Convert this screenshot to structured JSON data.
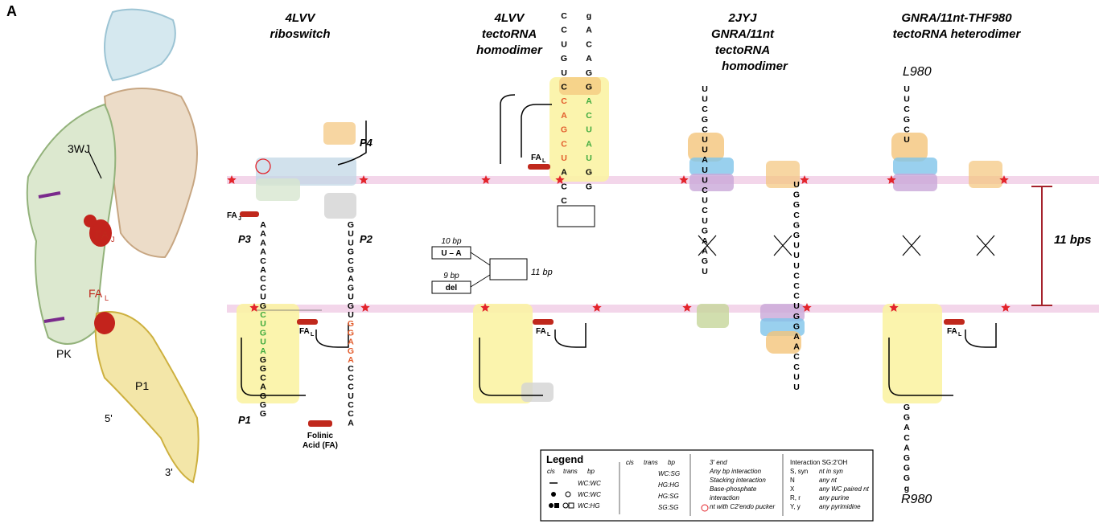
{
  "panel_label": "A",
  "structure3d": {
    "labels": {
      "wj": "3WJ",
      "faj": "FA",
      "faj_sub": "J",
      "fal": "FA",
      "fal_sub": "L",
      "pk": "PK",
      "p1": "P1",
      "five": "5'",
      "three": "3'"
    }
  },
  "diagrams": [
    {
      "title_line1": "4LVV",
      "title_line2": "riboswitch",
      "title_line3": "",
      "title_line4": ""
    },
    {
      "title_line1": "4LVV",
      "title_line2": "tectoRNA",
      "title_line3": "homodimer",
      "title_line4": ""
    },
    {
      "title_line1": "2JYJ",
      "title_line2": "GNRA/11nt",
      "title_line3": "tectoRNA",
      "title_line4": "homodimer"
    },
    {
      "title_line1": "GNRA/11nt-THF980",
      "title_line2": "tectoRNA heterodimer",
      "title_line3": "",
      "title_line4": ""
    }
  ],
  "riboswitch": {
    "p_labels": {
      "p1": "P1",
      "p2": "P2",
      "p3": "P3",
      "p4": "P4"
    },
    "fa_j": "FA",
    "fa_j_sub": "J",
    "fa_l": "FA",
    "fa_l_sub": "L",
    "folinic_line1": "Folinic",
    "folinic_line2": "Acid (FA)",
    "left_strand": [
      "A",
      "A",
      "A",
      "A",
      "C",
      "A",
      "C",
      "C",
      "U",
      "G",
      "C",
      "U",
      "G",
      "U",
      "A",
      "G",
      "G",
      "C",
      "A",
      "G",
      "G",
      "G"
    ],
    "right_strand": [
      "G",
      "U",
      "U",
      "G",
      "C",
      "G",
      "A",
      "G",
      "U",
      "G",
      "U",
      "G",
      "G",
      "A",
      "G",
      "A",
      "C",
      "C",
      "C",
      "U",
      "C",
      "C",
      "A"
    ]
  },
  "tecto": {
    "top_strand": [
      "C",
      "C",
      "U",
      "G",
      "U",
      "C",
      "C",
      "A",
      "G",
      "C",
      "U",
      "A",
      "C",
      "C"
    ],
    "top_right": [
      "g",
      "A",
      "C",
      "A",
      "G",
      "G",
      "A",
      "C",
      "U",
      "A",
      "U",
      "G",
      "G"
    ],
    "box_10bp": "10 bp",
    "box_10bp_pair": "U – A",
    "box_9bp": "9 bp",
    "box_9bp_pair": "del",
    "label_11bp": "11 bp",
    "fa_l": "FA",
    "fa_l_sub": "L"
  },
  "gnra": {
    "strand": [
      "U",
      "U",
      "C",
      "G",
      "C",
      "U",
      "U",
      "A",
      "U",
      "U",
      "C",
      "U",
      "C",
      "U",
      "G",
      "A",
      "A",
      "G",
      "U"
    ],
    "right": [
      "U",
      "G",
      "G",
      "C",
      "G",
      "G",
      "U",
      "U",
      "U",
      "C",
      "C",
      "C",
      "U",
      "G",
      "G",
      "A",
      "A",
      "C",
      "C",
      "U",
      "U"
    ]
  },
  "hetero": {
    "top_label": "L980",
    "bottom_label": "R980",
    "fa_l": "FA",
    "fa_l_sub": "L",
    "strand_top": [
      "U",
      "U",
      "C",
      "G",
      "C",
      "U"
    ],
    "strand_bottom": [
      "G",
      "G",
      "A",
      "C",
      "A",
      "G",
      "G",
      "G",
      "g"
    ]
  },
  "measure": {
    "label": "11 bps"
  },
  "legend": {
    "title": "Legend",
    "col1_headers": [
      "cis",
      "trans",
      "bp"
    ],
    "col1_rows": [
      "WC:WC",
      "WC:WC",
      "WC:HG"
    ],
    "col2_headers": [
      "cis",
      "trans",
      "bp"
    ],
    "col2_rows": [
      "WC:SG",
      "HG:HG",
      "HG:SG",
      "SG:SG"
    ],
    "col3_rows": [
      "3' end",
      "Any bp interaction",
      "Stacking interaction",
      "Base-phosphate",
      "interaction",
      "nt with C2'endo pucker"
    ],
    "col4_rows": [
      {
        "k": "Interaction SG:2'OH",
        "v": ""
      },
      {
        "k": "S, syn",
        "v": "nt in syn"
      },
      {
        "k": "N",
        "v": "any nt"
      },
      {
        "k": "X",
        "v": "any WC paired nt"
      },
      {
        "k": "R, r",
        "v": "any purine"
      },
      {
        "k": "Y, y",
        "v": "any pyrimidine"
      }
    ]
  },
  "colors": {
    "pink_band": "#f3d6ea",
    "star": "#e3242b",
    "fa_bar": "#c0281c",
    "yellow_box": "#fbf3a4",
    "red_nt": "#e25b2b",
    "green_nt": "#3caa3c",
    "magenta_nt": "#e0237e",
    "measure": "#a5222c"
  }
}
